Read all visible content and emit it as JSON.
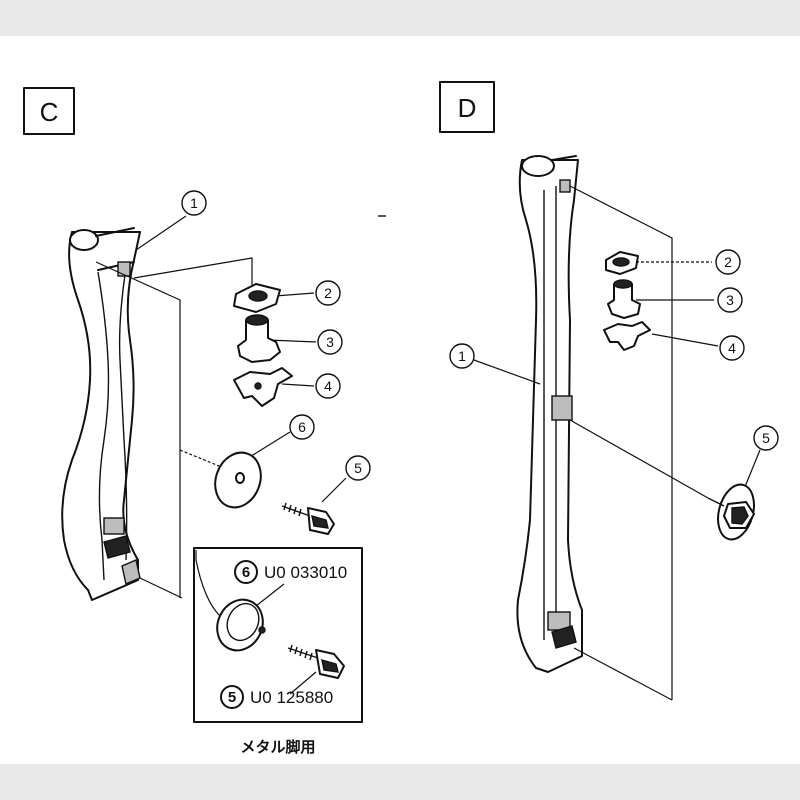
{
  "panels": {
    "C": {
      "label": "C",
      "callouts": [
        "1",
        "2",
        "3",
        "4",
        "5",
        "6"
      ],
      "inset": {
        "parts": [
          {
            "num": "6",
            "code": "U0 033010"
          },
          {
            "num": "5",
            "code": "U0 125880"
          }
        ],
        "caption": "メタル脚用"
      }
    },
    "D": {
      "label": "D",
      "callouts": [
        "1",
        "2",
        "3",
        "4",
        "5"
      ]
    }
  }
}
